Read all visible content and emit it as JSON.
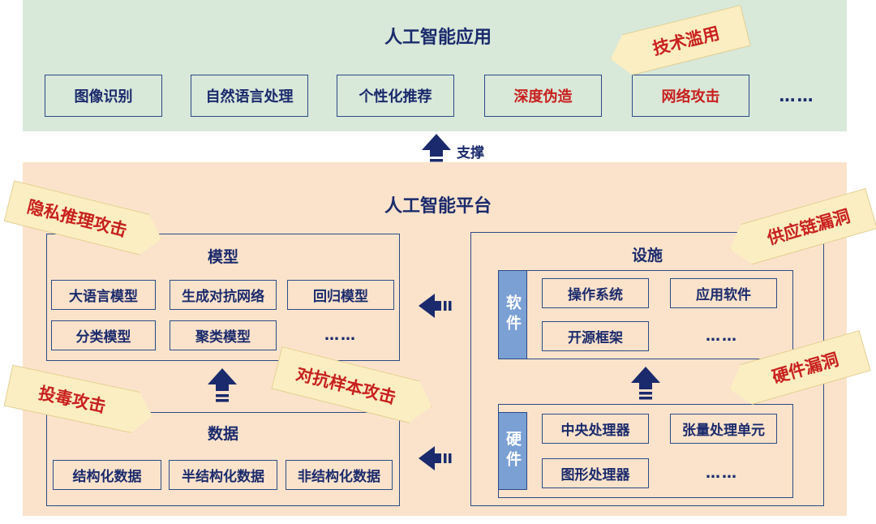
{
  "top": {
    "title": "人工智能应用",
    "apps": [
      "图像识别",
      "自然语言处理",
      "个性化推荐",
      "深度伪造",
      "网络攻击",
      "……"
    ]
  },
  "support_label": "支撑",
  "platform": {
    "title": "人工智能平台",
    "model": {
      "title": "模型",
      "items": [
        "大语言模型",
        "生成对抗网络",
        "回归模型",
        "分类模型",
        "聚类模型",
        "……"
      ]
    },
    "data_section": {
      "title": "数据",
      "items": [
        "结构化数据",
        "半结构化数据",
        "非结构化数据"
      ]
    },
    "facility": {
      "title": "设施",
      "software": {
        "tag": "软件",
        "items": [
          "操作系统",
          "应用软件",
          "开源框架",
          "……"
        ]
      },
      "hardware": {
        "tag": "硬件",
        "items": [
          "中央处理器",
          "张量处理单元",
          "图形处理器",
          "……"
        ]
      }
    }
  },
  "threat_tags": {
    "tech_abuse": "技术滥用",
    "privacy_inference": "隐私推理攻击",
    "supply_chain": "供应链漏洞",
    "adversarial": "对抗样本攻击",
    "hardware_vuln": "硬件漏洞",
    "poisoning": "投毒攻击"
  },
  "colors": {
    "top_panel": "#d8e8d9",
    "bottom_panel": "#fbe3cb",
    "navy": "#1a2a6c",
    "red_text": "#c8201e",
    "tag_fill": "#fbeec2",
    "side_tag": "#7aa0d4"
  }
}
